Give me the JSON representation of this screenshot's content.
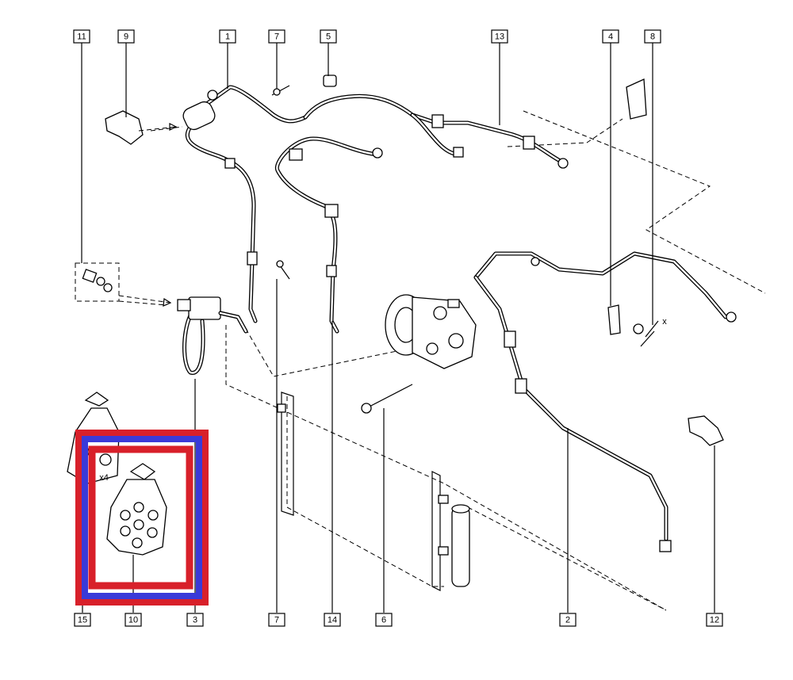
{
  "callouts": {
    "c11": "11",
    "c9": "9",
    "c1": "1",
    "c7_top": "7",
    "c5": "5",
    "c13": "13",
    "c4": "4",
    "c8": "8",
    "c15": "15",
    "c10": "10",
    "c3": "3",
    "c7_bottom": "7",
    "c14": "14",
    "c6": "6",
    "c2": "2",
    "c12": "12"
  },
  "annotations": {
    "x4": "x4",
    "x": "x"
  },
  "highlight_colors": {
    "outer_frame": "#d8202a",
    "blue_frame": "#3a3ad8",
    "inner_frame": "#d8202a"
  }
}
